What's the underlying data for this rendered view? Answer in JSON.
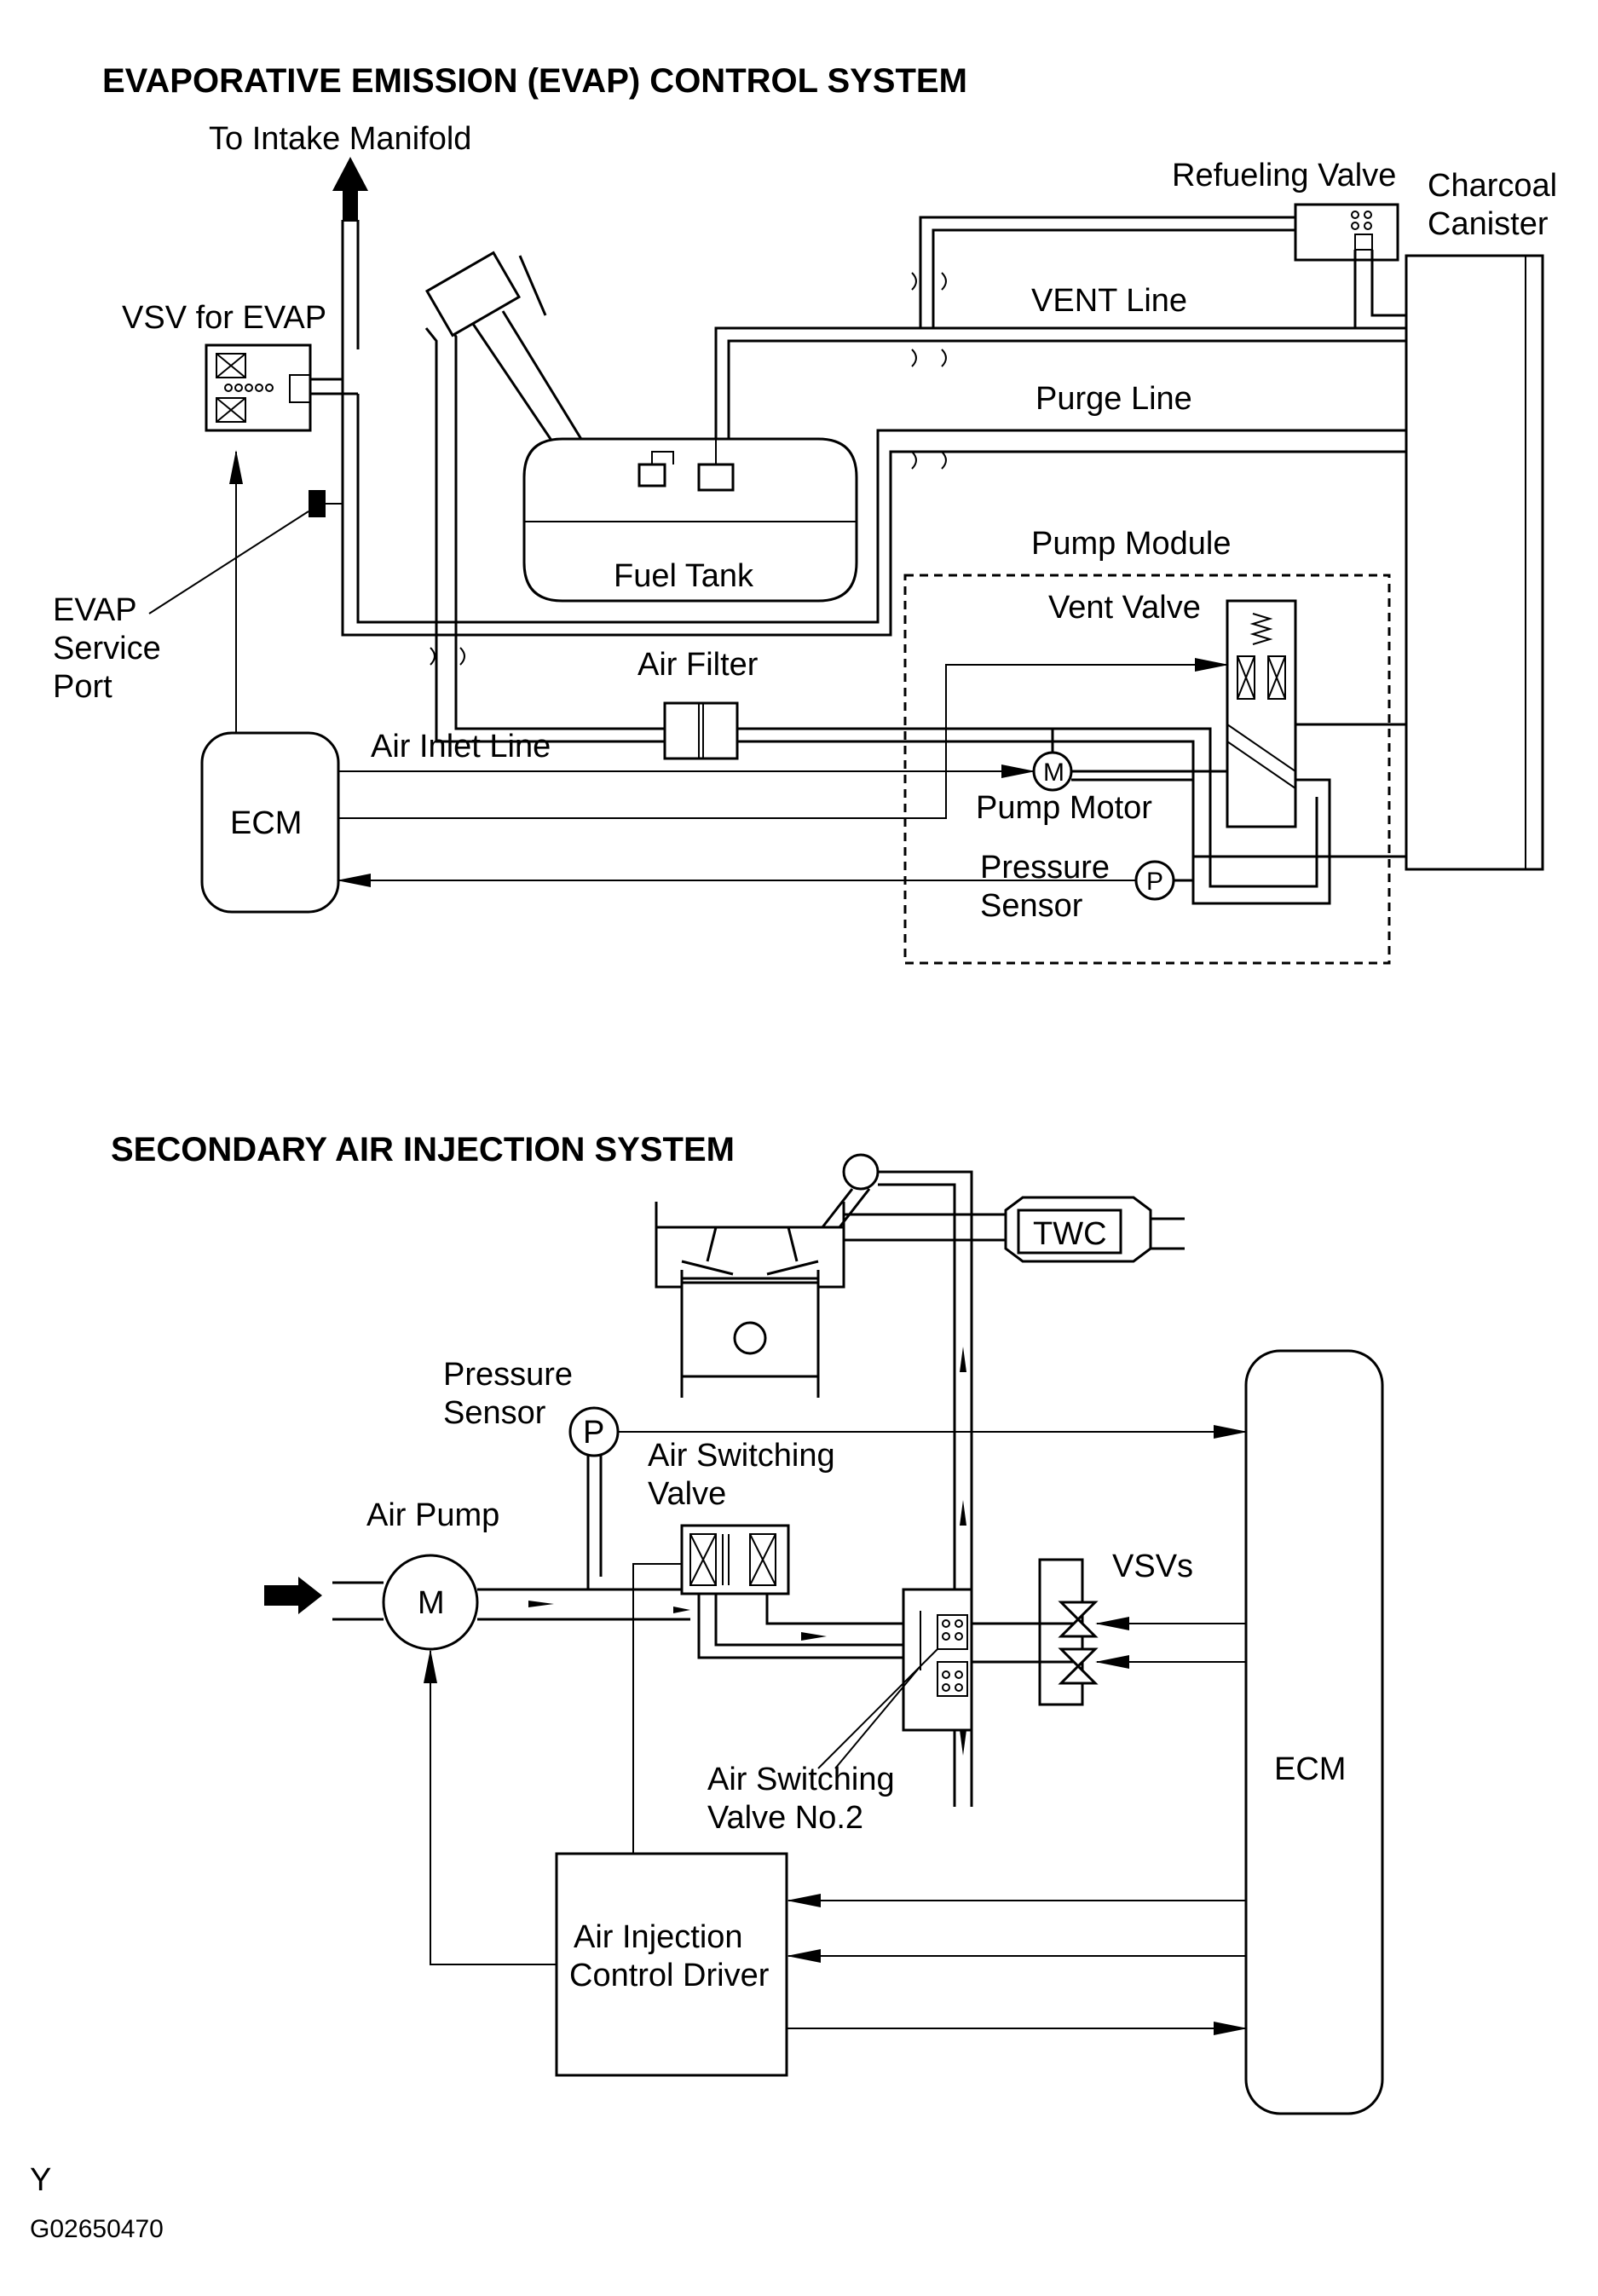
{
  "evap": {
    "title": "EVAPORATIVE EMISSION (EVAP) CONTROL SYSTEM",
    "to_intake": "To Intake Manifold",
    "refueling_valve": "Refueling Valve",
    "charcoal_canister": [
      "Charcoal",
      "Canister"
    ],
    "vsv_evap": "VSV for EVAP",
    "vent_line": "VENT Line",
    "purge_line": "Purge Line",
    "fuel_tank": "Fuel Tank",
    "pump_module": "Pump Module",
    "vent_valve": "Vent Valve",
    "evap_service_port": [
      "EVAP",
      "Service",
      "Port"
    ],
    "air_filter": "Air Filter",
    "air_inlet_line": "Air Inlet Line",
    "ecm": "ECM",
    "pump_motor": "Pump Motor",
    "pressure_sensor": [
      "Pressure",
      "Sensor"
    ],
    "motor_symbol": "M",
    "pressure_symbol": "P"
  },
  "sai": {
    "title": "SECONDARY AIR INJECTION SYSTEM",
    "twc": "TWC",
    "pressure_sensor": [
      "Pressure",
      "Sensor"
    ],
    "pressure_symbol": "P",
    "air_switching_valve": [
      "Air  Switching",
      "Valve"
    ],
    "air_pump": "Air Pump",
    "motor_symbol": "M",
    "vsvs": "VSVs",
    "ecm": "ECM",
    "air_switching_valve_2": [
      "Air  Switching",
      "Valve No.2"
    ],
    "air_injection_driver": [
      "Air Injection",
      "Control Driver"
    ]
  },
  "footer": {
    "letter": "Y",
    "code": "G02650470"
  }
}
